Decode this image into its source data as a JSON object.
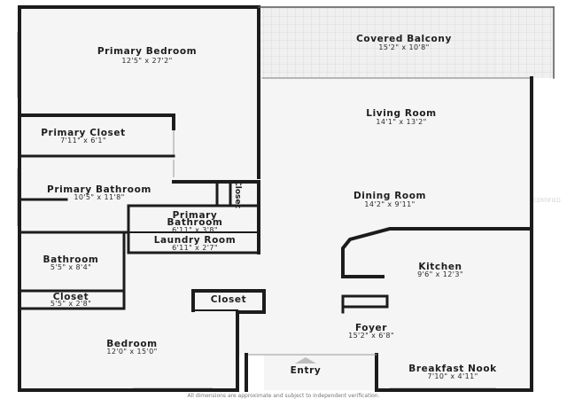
{
  "rooms": {
    "primary_bedroom": {
      "name": "Primary Bedroom",
      "dims": "12'5\" x 27'2\""
    },
    "covered_balcony": {
      "name": "Covered Balcony",
      "dims": "15'2\" x 10'8\""
    },
    "primary_closet": {
      "name": "Primary Closet",
      "dims": "7'11\" x 6'1\""
    },
    "living_room": {
      "name": "Living Room",
      "dims": "14'1\" x 13'2\""
    },
    "primary_bathroom": {
      "name": "Primary Bathroom",
      "dims": "10'5\" x 11'8\""
    },
    "closet_vertical": {
      "name": "Closet"
    },
    "dining_room": {
      "name": "Dining Room",
      "dims": "14'2\" x 9'11\""
    },
    "primary_bathroom_2": {
      "name_line1": "Primary",
      "name_line2": "Bathroom",
      "dims": "6'11\" x 3'8\""
    },
    "laundry_room": {
      "name": "Laundry Room",
      "dims": "6'11\" x 2'7\""
    },
    "bathroom": {
      "name": "Bathroom",
      "dims": "5'5\" x 8'4\""
    },
    "kitchen": {
      "name": "Kitchen",
      "dims": "9'6\" x 12'3\""
    },
    "closet_left": {
      "name": "Closet",
      "dims": "5'5\" x 2'8\""
    },
    "closet_hall": {
      "name": "Closet"
    },
    "bedroom": {
      "name": "Bedroom",
      "dims": "12'0\" x 15'0\""
    },
    "foyer": {
      "name": "Foyer",
      "dims": "15'2\" x 6'8\""
    },
    "entry": {
      "name": "Entry"
    },
    "breakfast_nook": {
      "name": "Breakfast Nook",
      "dims": "7'10\" x 4'11\""
    }
  },
  "disclaimer": "All dimensions are approximate and subject to independent verification.",
  "watermark": "CERTIFIED",
  "colors": {
    "wall": "#1c1c1c",
    "floor": "#f4f4f4",
    "balcony": "#eeeeee",
    "window": "#dcdcdc"
  }
}
